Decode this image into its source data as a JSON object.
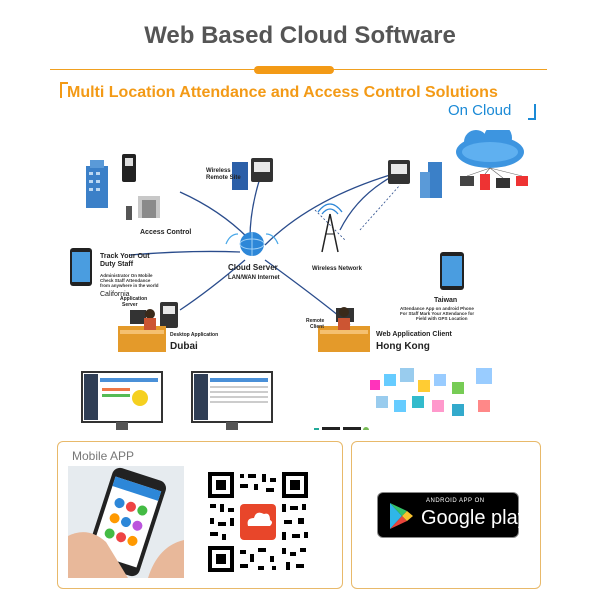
{
  "page": {
    "title": "Web Based Cloud Software",
    "headline": "Multi Location Attendance and Access Control Solutions",
    "subheadline": "On Cloud"
  },
  "diagram": {
    "access_control": "Access Control",
    "wireless_remote_site": "Wireless\nRemote Site",
    "cloud_server": "Cloud Server",
    "lan_wan": "LAN/WAN Internet",
    "wireless_network": "Wireless Network",
    "track_title": "Track Your Out Duty Staff",
    "track_desc": "Administrator On Mobile Check Staff Attendance from anywhere in the world",
    "track_place": "California",
    "app_server": "Application Server",
    "desktop_app": "Desktop Application",
    "dubai": "Dubai",
    "remote_client": "Remote Client",
    "web_client": "Web Application Client",
    "hong_kong": "Hong Kong",
    "taiwan": "Taiwan",
    "taiwan_desc": "Attendance App on android Phone For Staff Mark Your Attendance for Field with GPS Location"
  },
  "mobile_app": {
    "label": "Mobile APP"
  },
  "google_play": {
    "small": "ANDROID APP ON",
    "big": "Google play"
  },
  "colors": {
    "accent": "#f39a16",
    "blue": "#1b8ad6",
    "link_line": "#2a4c8c"
  }
}
